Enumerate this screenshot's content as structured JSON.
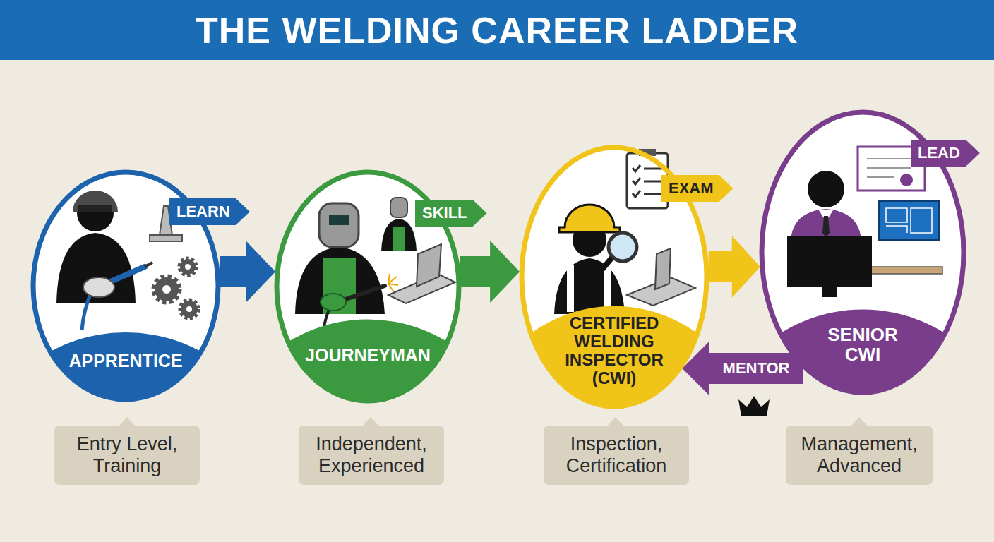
{
  "diagram": {
    "title": "THE WELDING CAREER LADDER",
    "nodes": [
      {
        "text": [
          "APPRENTICE"
        ]
      },
      {
        "text": [
          "JOURNEYMAN"
        ]
      },
      {
        "text": [
          "CERTIFIED WELDING INSPECTOR (CWI)"
        ]
      },
      {
        "text": [
          "SENIOR CWI"
        ]
      },
      {
        "text": [
          "Entry Level, Training"
        ]
      },
      {
        "text": [
          "Independent, Experienced"
        ]
      },
      {
        "text": [
          "Inspection, Certification"
        ]
      },
      {
        "text": [
          "Management, Advanced"
        ]
      }
    ],
    "edges": [
      {
        "from": 0,
        "to": 1,
        "arrow": "to"
      },
      {
        "from": 1,
        "to": 2,
        "arrow": "to"
      },
      {
        "from": 2,
        "to": 3,
        "arrow": "to"
      },
      {
        "from": 3,
        "to": 2,
        "label": "MENTOR",
        "arrow": "to"
      }
    ],
    "labels": [
      "LEARN",
      "SKILL",
      "EXAM",
      "LEAD"
    ]
  }
}
